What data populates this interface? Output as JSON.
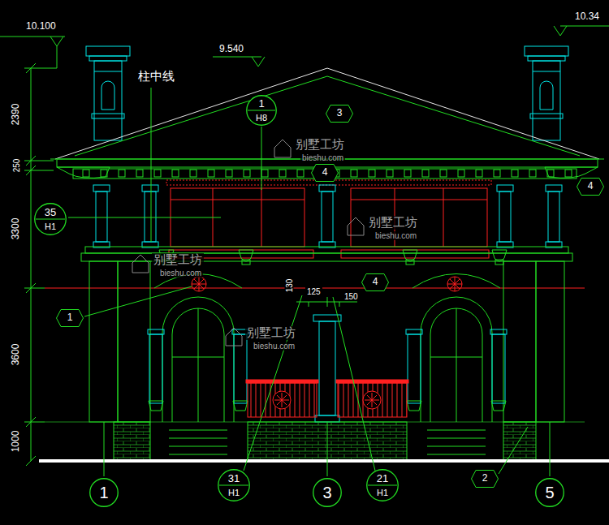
{
  "diagram": {
    "nodes": [
      {
        "text": [
          "1",
          "H8"
        ]
      },
      {
        "text": [
          "3"
        ]
      },
      {
        "text": [
          "4"
        ]
      },
      {
        "text": [
          "4"
        ]
      },
      {
        "text": [
          "35",
          "H1"
        ]
      },
      {
        "text": [
          "1"
        ]
      },
      {
        "text": [
          "4"
        ]
      },
      {
        "text": [
          "31",
          "H1"
        ]
      },
      {
        "text": [
          "21",
          "H1"
        ]
      },
      {
        "text": [
          "2"
        ]
      },
      {
        "text": [
          "1"
        ]
      },
      {
        "text": [
          "3"
        ]
      },
      {
        "text": [
          "5"
        ]
      }
    ],
    "labels": [
      "10.100",
      "9.540",
      "10.34",
      "柱中线",
      "2390",
      "250",
      "3300",
      "3600",
      "1000",
      "130",
      "125",
      "150",
      "别墅工坊",
      "bieshu.com",
      "别墅工坊",
      "bieshu.com",
      "别墅工坊",
      "bieshu.com",
      "别墅工坊",
      "bieshu.com"
    ]
  }
}
